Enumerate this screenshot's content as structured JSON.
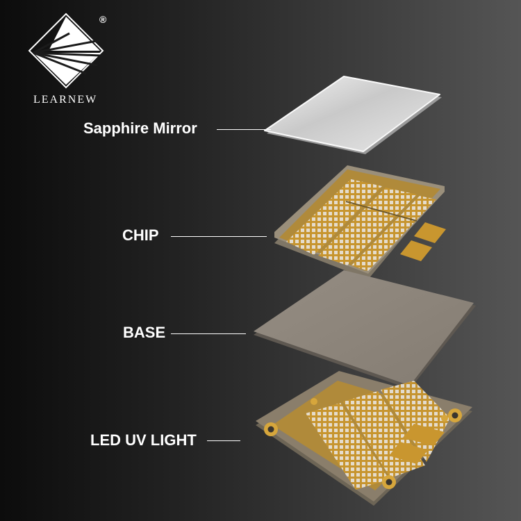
{
  "brand": {
    "name": "LEARNEW",
    "registered_mark": "®"
  },
  "layers": [
    {
      "id": "sapphire-mirror",
      "label": "Sapphire Mirror"
    },
    {
      "id": "chip",
      "label": "CHIP"
    },
    {
      "id": "base",
      "label": "BASE"
    },
    {
      "id": "led-uv-light",
      "label": "LED UV LIGHT"
    }
  ],
  "colors": {
    "gold": "#c9962f",
    "pcb": "#8a7e6b",
    "base": "#8d857c",
    "glass": "#d8d8d8"
  }
}
